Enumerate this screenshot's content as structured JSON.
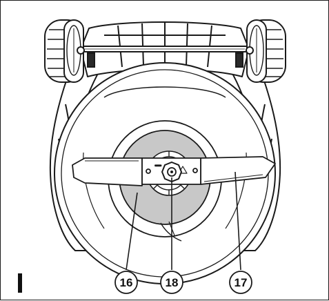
{
  "figure": {
    "section_marker": "I",
    "callouts": [
      {
        "id": "callout-16",
        "label": "16",
        "part": "cutting-deck-disc"
      },
      {
        "id": "callout-18",
        "label": "18",
        "part": "blade-bolt"
      },
      {
        "id": "callout-17",
        "label": "17",
        "part": "blade"
      }
    ],
    "blade_marking": "═══"
  },
  "colors": {
    "line": "#1a1a1a",
    "disc": "#c8c8c8",
    "fill": "#ffffff",
    "dark": "#2a2a2a"
  },
  "icons": [
    "wheel-left-icon",
    "wheel-right-icon",
    "blade-bolt-icon"
  ]
}
